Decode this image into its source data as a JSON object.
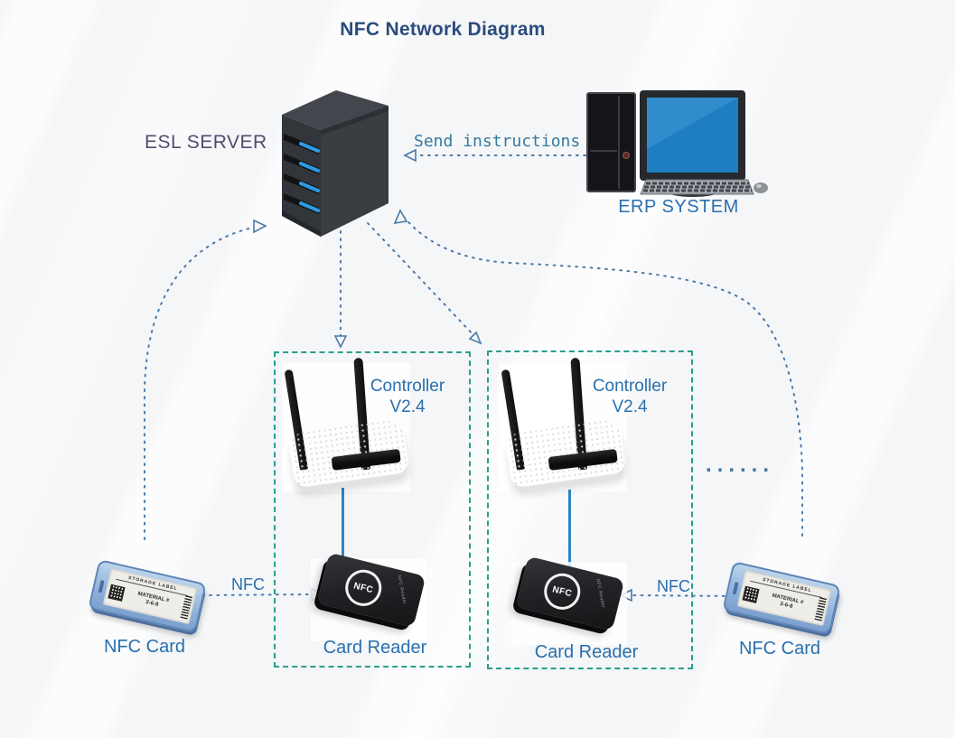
{
  "title": "NFC Network Diagram",
  "labels": {
    "esl_server": "ESL SERVER",
    "erp_system": "ERP SYSTEM",
    "send_instructions": "Send instructions",
    "controller_line1": "Controller",
    "controller_line2": "V2.4",
    "card_reader": "Card Reader",
    "nfc_card": "NFC Card",
    "nfc_link": "NFC",
    "ellipsis": "......"
  },
  "device_texts": {
    "card_label_header": "STORAGE LABEL",
    "card_label_line1": "MATERIAL #",
    "card_label_line2": "2-6-8",
    "reader_face": "NFC",
    "reader_side": "NFC Reader"
  },
  "colors": {
    "title_text": "#2b4c7e",
    "node_label_text": "#2a6fae",
    "esl_label_text": "#524b6e",
    "instruction_text": "#35799e",
    "connector_line": "#4a7aa8",
    "group_border": "#27a08b",
    "device_link_line": "#2e86c1",
    "monitor_screen": "#1f7ec2",
    "server_led": "#2e9ae0"
  }
}
